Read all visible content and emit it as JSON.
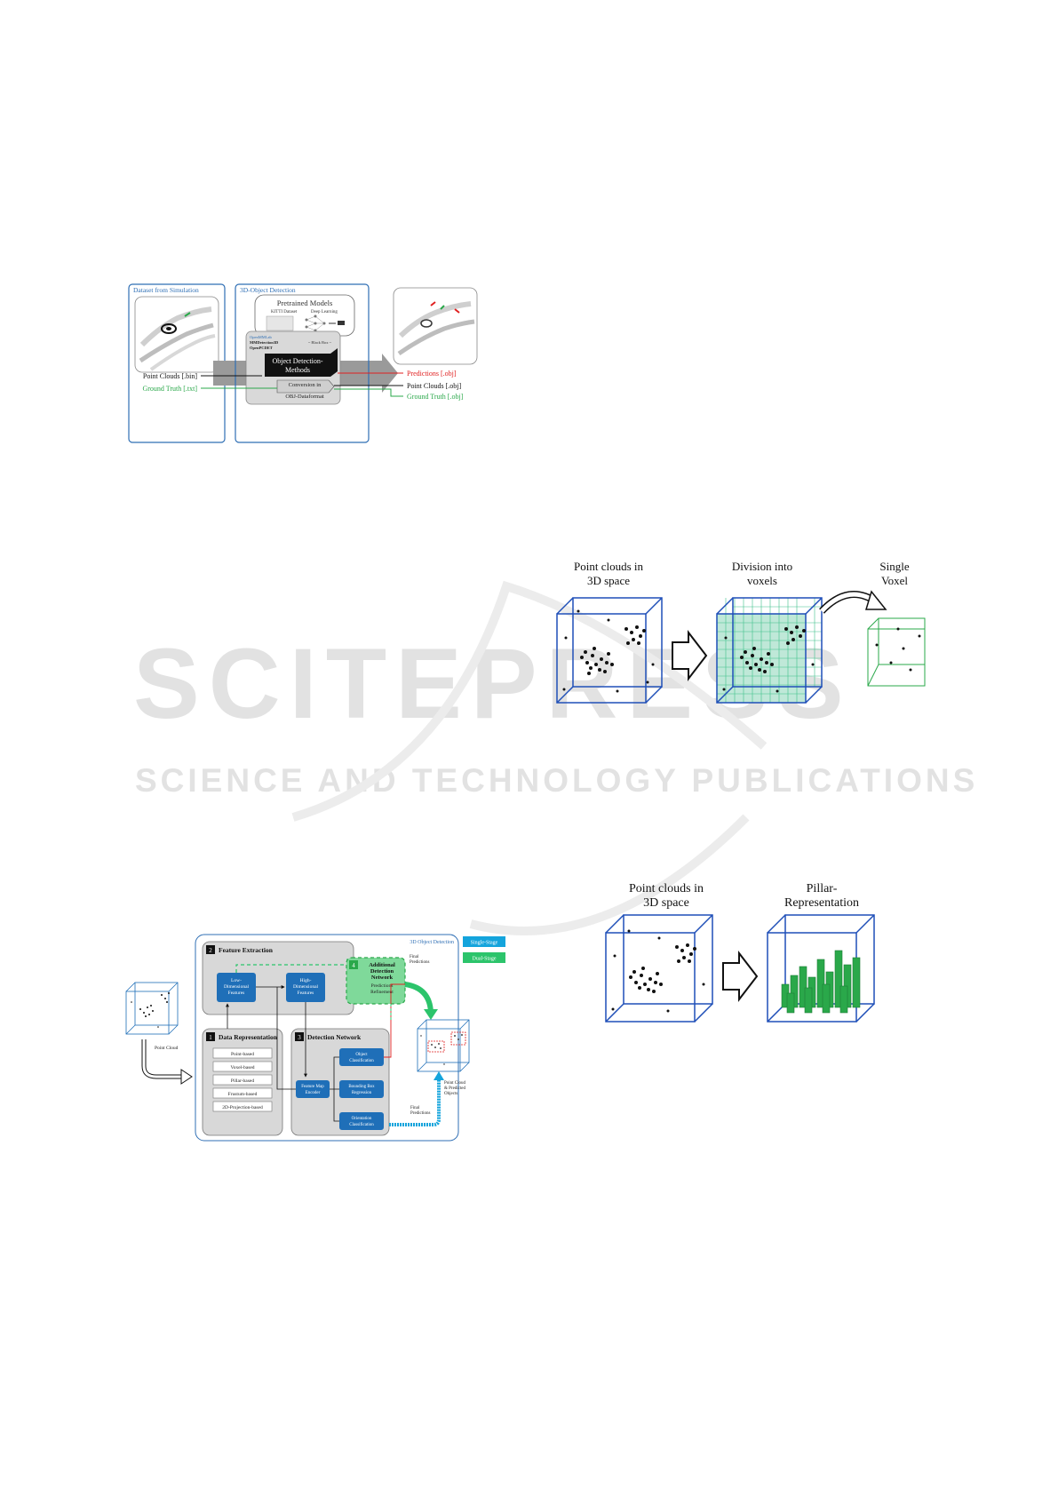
{
  "watermark": {
    "big": "SCITEPRESS",
    "small": "SCIENCE AND TECHNOLOGY PUBLICATIONS"
  },
  "fig1": {
    "left_panel_title": "Dataset from Simulation",
    "mid_panel_title": "3D-Object Detection",
    "pretrained_title": "Pretrained Models",
    "kitti": "KITTI Dataset",
    "deep": "Deep Learning",
    "openmmlab": "OpenMMLab",
    "mmdet": "MMDetection3D",
    "openpcdet": "OpenPCDET",
    "black_box": "~ Black Box ~",
    "obj_det_line1": "Object Detection-",
    "obj_det_line2": "Methods",
    "conversion_line1": "Conversion in",
    "conversion_line2": "OBJ-Dataformat",
    "point_clouds_bin": "Point Clouds [.bin]",
    "ground_truth_txt": "Ground Truth [.txt]",
    "predictions_obj": "Predictions [.obj]",
    "point_clouds_obj": "Point Clouds [.obj]",
    "ground_truth_obj": "Ground Truth [.obj]",
    "colors": {
      "blue": "#2f6fb5",
      "red": "#e02020",
      "green": "#2aa84a",
      "grey": "#9a9a9a"
    }
  },
  "fig2": {
    "label1_line1": "Point clouds in",
    "label1_line2": "3D space",
    "label2_line1": "Division into",
    "label2_line2": "voxels",
    "label3_line1": "Single",
    "label3_line2": "Voxel"
  },
  "fig3": {
    "title": "3D Object Detection",
    "legend_single": "Single-Stage",
    "legend_dual": "Dual-Stage",
    "fe_num": "2",
    "fe_title": "Feature Extraction",
    "low_line1": "Low-",
    "low_line2": "Dimensional",
    "low_line3": "Features",
    "high_line1": "High-",
    "high_line2": "Dimensional",
    "high_line3": "Features",
    "add_num": "4",
    "add_line1": "Additional",
    "add_line2": "Detection",
    "add_line3": "Network",
    "add_sub1": "Predictions",
    "add_sub2": "Refinement",
    "final_pred_top1": "Final",
    "final_pred_top2": "Predictions",
    "dr_num": "1",
    "dr_title": "Data Representation",
    "dr_items": [
      "Point-based",
      "Voxel-based",
      "Pillar-based",
      "Frustum-based",
      "2D-Projection-based"
    ],
    "dn_num": "3",
    "dn_title": "Detection Network",
    "fme_line1": "Feature Map",
    "fme_line2": "Encoder",
    "oc_line1": "Object",
    "oc_line2": "Classification",
    "bb_line1": "Bounding Box",
    "bb_line2": "Regression",
    "or_line1": "Orientation",
    "or_line2": "Classification",
    "point_cloud": "Point Cloud",
    "pc_pred_line1": "Point Cloud",
    "pc_pred_line2": "& Predicted",
    "pc_pred_line3": "Objects",
    "final_pred_bot1": "Final",
    "final_pred_bot2": "Predictions",
    "colors": {
      "blue_box": "#1f6fb8",
      "cyan": "#14a4dc",
      "green": "#2cc46b",
      "green_light": "#7fd99a"
    }
  },
  "fig4": {
    "label1_line1": "Point clouds in",
    "label1_line2": "3D space",
    "label2_line1": "Pillar-",
    "label2_line2": "Representation"
  }
}
